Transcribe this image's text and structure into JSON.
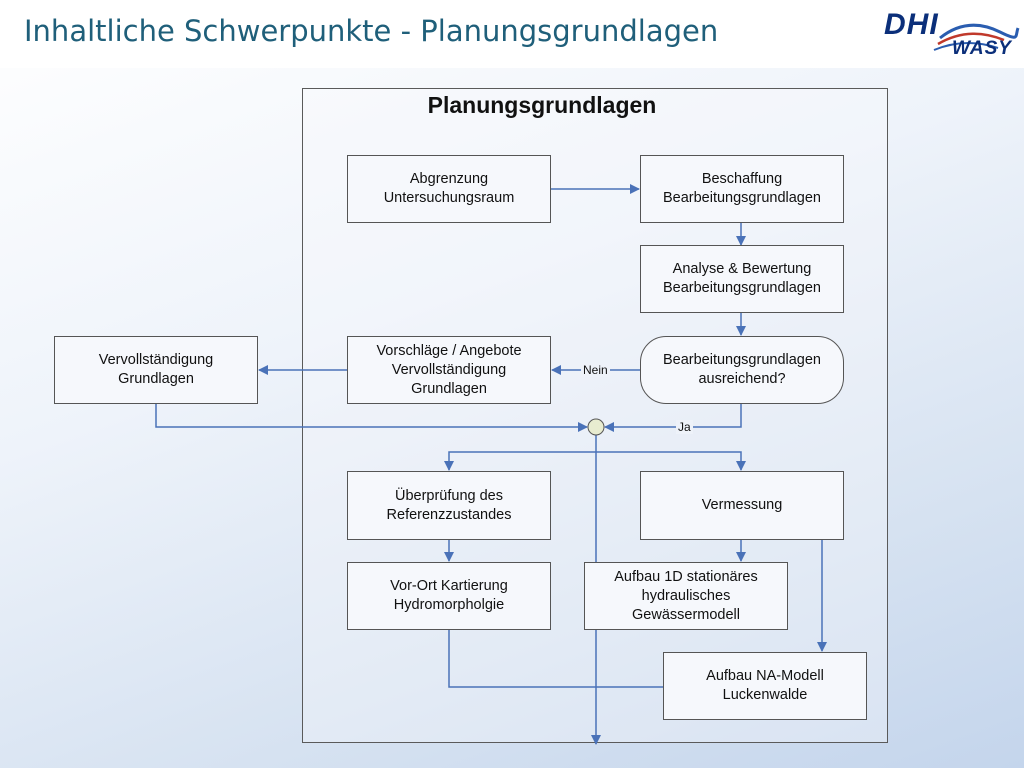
{
  "slide": {
    "title": "Inhaltliche Schwerpunkte - Planungsgrundlagen"
  },
  "logo": {
    "line1": "DHI",
    "line2": "WASY"
  },
  "diagram": {
    "frame_title": "Planungsgrundlagen",
    "nodes": {
      "abgrenzung": "Abgrenzung Untersuchungsraum",
      "beschaffung": "Beschaffung Bearbeitungsgrundlagen",
      "analyse": "Analyse & Bewertung Bearbeitungsgrundlagen",
      "decision": "Bearbeitungsgrundlagen ausreichend?",
      "vorschlaege": "Vorschläge / Angebote Vervollständigung Grundlagen",
      "vervollstaendigung": "Vervollständigung Grundlagen",
      "ueberpruefung": "Überprüfung des Referenzzustandes",
      "vermessung": "Vermessung",
      "kartierung": "Vor-Ort Kartierung Hydromorpholgie",
      "aufbau_1d": "Aufbau 1D stationäres hydraulisches Gewässermodell",
      "aufbau_na": "Aufbau NA-Modell Luckenwalde"
    },
    "edge_labels": {
      "nein": "Nein",
      "ja": "Ja"
    }
  },
  "colors": {
    "title": "#1f5f7a",
    "connector": "#4a72b8",
    "logo": "#0b2f7a"
  }
}
